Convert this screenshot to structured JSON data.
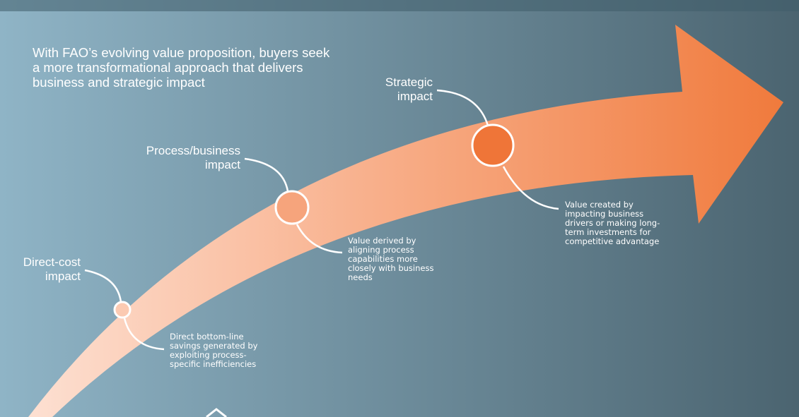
{
  "colors": {
    "background_left": "#8fb4c6",
    "background_right": "#4b6470",
    "arrow_tail": "#fde0d2",
    "arrow_head": "#f07a3c",
    "connector": "#ffffff"
  },
  "intro": "With FAO’s evolving value proposition, buyers seek a more transformational approach that delivers business and strategic impact",
  "stages": [
    {
      "title_lines": [
        "Direct-cost",
        "impact"
      ],
      "description_lines": [
        "Direct bottom-line",
        "savings generated by",
        "exploiting process-",
        "specific inefficiencies"
      ],
      "marker_color": "#fbcab2"
    },
    {
      "title_lines": [
        "Process/business",
        "impact"
      ],
      "description_lines": [
        "Value derived by",
        "aligning process",
        "capabilities more",
        "closely with business",
        "needs"
      ],
      "marker_color": "#f6a47c"
    },
    {
      "title_lines": [
        "Strategic",
        "impact"
      ],
      "description_lines": [
        "Value created by",
        "impacting business",
        "drivers or making long-",
        "term investments for",
        "competitive advantage"
      ],
      "marker_color": "#ef7538"
    }
  ]
}
